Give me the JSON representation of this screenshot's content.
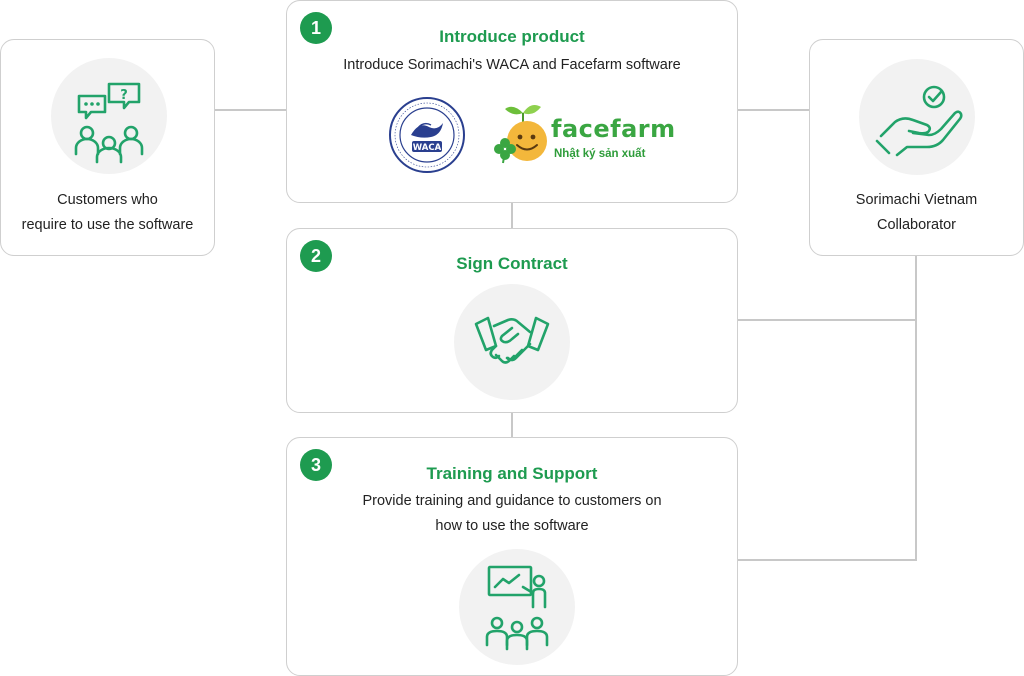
{
  "left_party": {
    "label_line1": "Customers who",
    "label_line2": "require to use the software",
    "icon": "customers-chat-icon"
  },
  "right_party": {
    "label_line1": "Sorimachi Vietnam",
    "label_line2": "Collaborator",
    "icon": "hand-check-icon"
  },
  "steps": [
    {
      "number": "1",
      "title": "Introduce product",
      "description": "Introduce Sorimachi's WACA and Facefarm software",
      "logos": {
        "waca_text": "WACA",
        "facefarm_name": "facefarm",
        "facefarm_subtitle": "Nhật ký sản xuất"
      }
    },
    {
      "number": "2",
      "title": "Sign Contract",
      "icon": "handshake-icon"
    },
    {
      "number": "3",
      "title": "Training and Support",
      "description_line1": "Provide training and guidance to customers on",
      "description_line2": "how to use the software",
      "icon": "training-presentation-icon"
    }
  ],
  "colors": {
    "accent_green": "#1e9b50",
    "icon_green": "#22a36a",
    "border_gray": "#cfcfcf",
    "connector_gray": "#c8c8c8",
    "icon_circle_bg": "#f2f2f2"
  }
}
